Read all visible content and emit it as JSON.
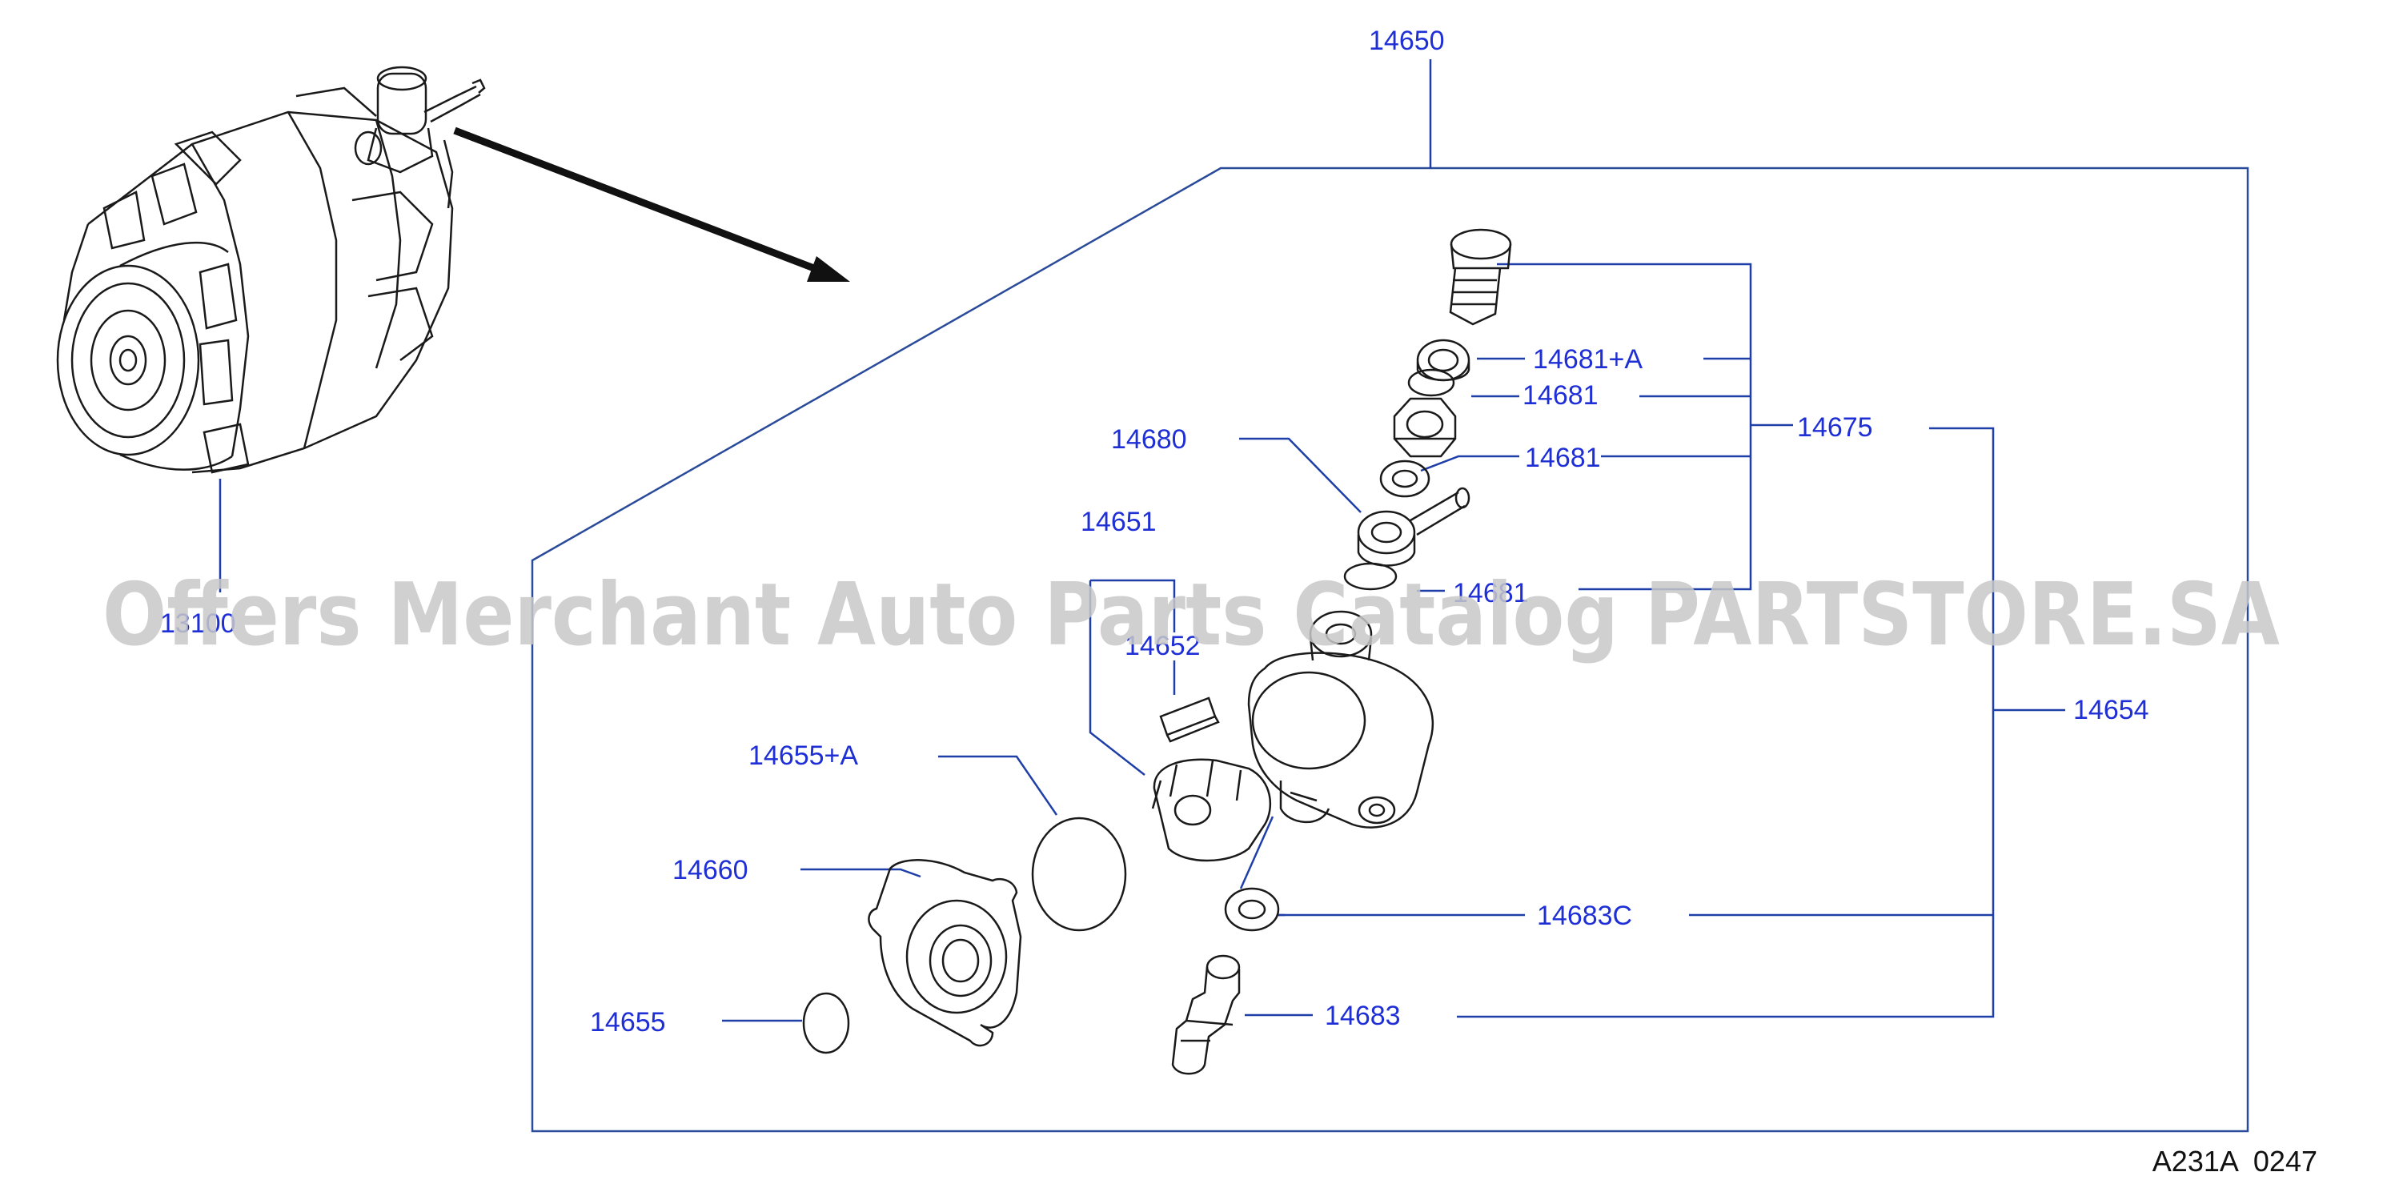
{
  "colors": {
    "label": "#1f2fd6",
    "leader": "#1f3fa8",
    "outline": "#2a4a9a",
    "part": "#1a1a1a",
    "watermark": "#c8c8c8"
  },
  "labels": {
    "l14650": "14650",
    "l13100": "13100",
    "l14681A": "14681+A",
    "l14681a": "14681",
    "l14681b": "14681",
    "l14681c": "14681",
    "l14675": "14675",
    "l14680": "14680",
    "l14651": "14651",
    "l14652": "14652",
    "l14654": "14654",
    "l14655A": "14655+A",
    "l14660": "14660",
    "l14683C": "14683C",
    "l14683": "14683",
    "l14655": "14655"
  },
  "watermark": "Offers Merchant Auto Parts Catalog PARTSTORE.SA",
  "diagram_code": "A231A  0247"
}
